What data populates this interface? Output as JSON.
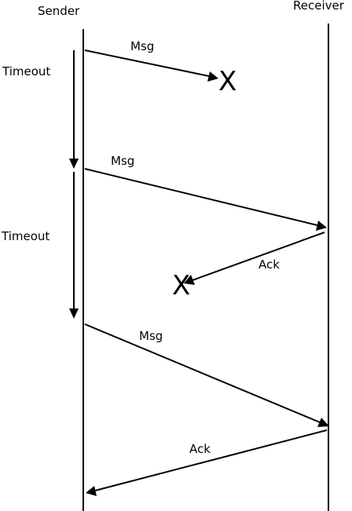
{
  "participants": {
    "sender": "Sender",
    "receiver": "Receiver"
  },
  "timeouts": [
    "Timeout",
    "Timeout"
  ],
  "messages": [
    {
      "label": "Msg",
      "direction": "sender-to-receiver",
      "delivered": false
    },
    {
      "label": "Msg",
      "direction": "sender-to-receiver",
      "delivered": true
    },
    {
      "label": "Ack",
      "direction": "receiver-to-sender",
      "delivered": false
    },
    {
      "label": "Msg",
      "direction": "sender-to-receiver",
      "delivered": true
    },
    {
      "label": "Ack",
      "direction": "receiver-to-sender",
      "delivered": true
    }
  ],
  "lost_marker": "X"
}
